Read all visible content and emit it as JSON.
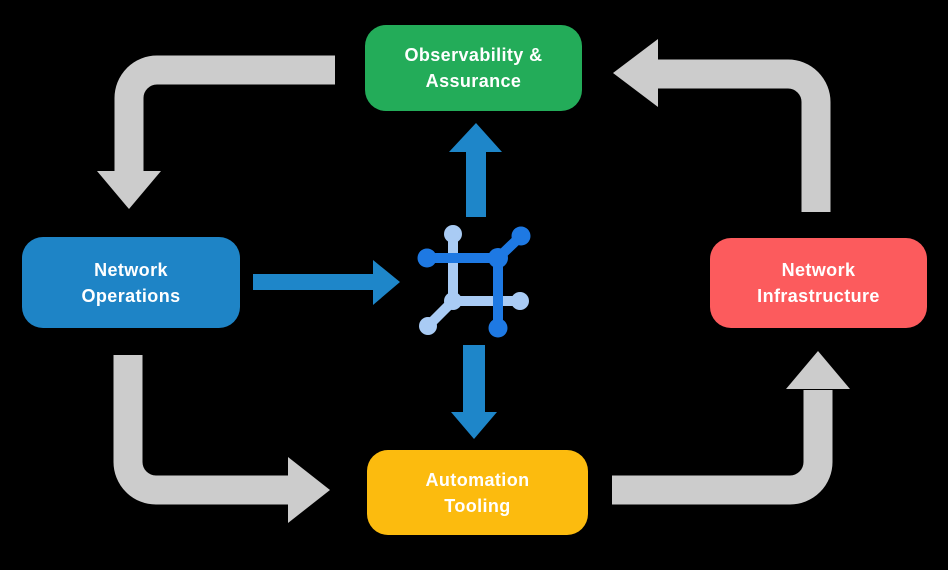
{
  "title": "Network automation cycle diagram",
  "colors": {
    "bg": "#000000",
    "text": "#FFFFFF",
    "green": "#23AC59",
    "blue": "#1E84C6",
    "red": "#FC5B5D",
    "yellow": "#FCBB0E",
    "arrow-blue": "#1E86C9",
    "arrow-gray": "#CCCCCC",
    "icon-blue": "#1E79E3",
    "icon-light-blue": "#A9CBF4"
  },
  "nodes": {
    "observability": {
      "line1": "Observability &",
      "line2": "Assurance"
    },
    "operations": {
      "line1": "Network",
      "line2": "Operations"
    },
    "infrastructure": {
      "line1": "Network",
      "line2": "Infrastructure"
    },
    "automation": {
      "line1": "Automation",
      "line2": "Tooling"
    }
  },
  "center_icon": "network-automation-icon",
  "edges": [
    {
      "from": "Observability & Assurance",
      "to": "Network Operations",
      "style": "gray-elbow"
    },
    {
      "from": "Network Operations",
      "to": "Automation Tooling",
      "style": "gray-elbow"
    },
    {
      "from": "Automation Tooling",
      "to": "Network Infrastructure",
      "style": "gray-elbow"
    },
    {
      "from": "Network Infrastructure",
      "to": "Observability & Assurance",
      "style": "gray-elbow"
    },
    {
      "from": "Network Operations",
      "to": "center-icon",
      "style": "blue-straight"
    },
    {
      "from": "center-icon",
      "to": "Observability & Assurance",
      "style": "blue-straight"
    },
    {
      "from": "center-icon",
      "to": "Automation Tooling",
      "style": "blue-straight"
    }
  ]
}
